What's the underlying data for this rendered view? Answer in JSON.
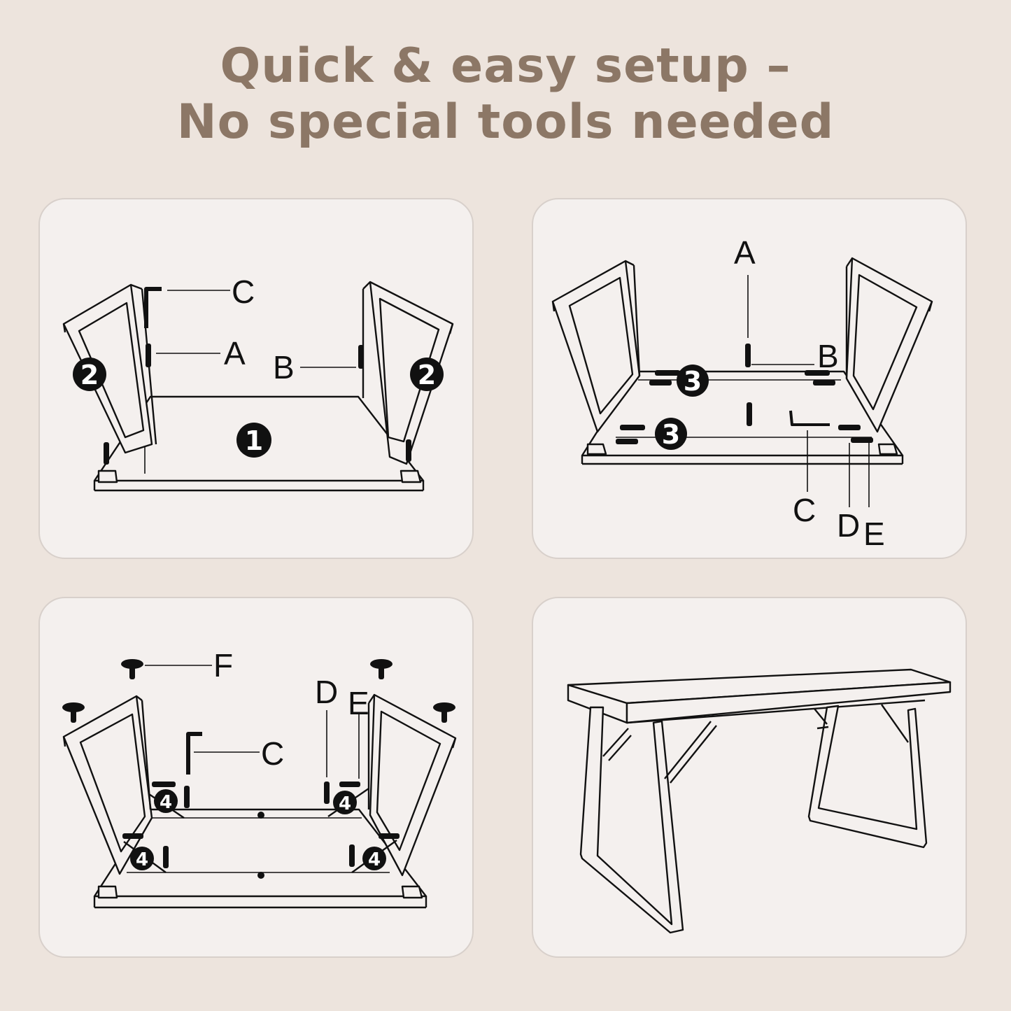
{
  "headline": {
    "line1": "Quick & easy setup –",
    "line2": "No special tools needed"
  },
  "step1": {
    "badges": [
      "1",
      "2",
      "2"
    ],
    "labels": {
      "a": "A",
      "b": "B",
      "c": "C"
    }
  },
  "step2": {
    "badges": [
      "3",
      "3"
    ],
    "labels": {
      "a": "A",
      "b": "B",
      "c": "C",
      "d": "D",
      "e": "E"
    }
  },
  "step3": {
    "badges": [
      "4",
      "4",
      "4",
      "4"
    ],
    "labels": {
      "c": "C",
      "d": "D",
      "e": "E",
      "f": "F"
    }
  },
  "colors": {
    "background": "#ede4dd",
    "panel": "#f4f0ee",
    "headline": "#8c7766",
    "ink": "#111111"
  }
}
